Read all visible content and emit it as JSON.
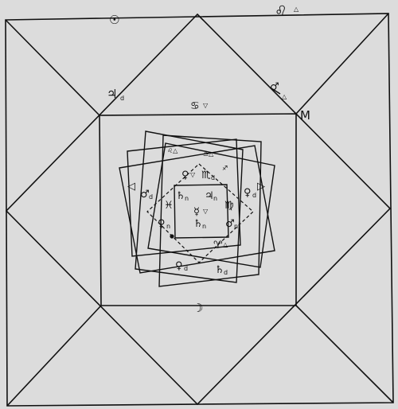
{
  "figure": {
    "outer_ring": {
      "top_sun": "☉",
      "top_right_leo": "♌",
      "top_right_leo_mark": "△",
      "left_jupiter": "♃",
      "left_jupiter_sub": "d",
      "right_mars": "♂",
      "right_mars_mark": "△",
      "right_corner_letter": "M",
      "top_cancer": "♋",
      "top_cancer_mark": "▽",
      "bottom_moon": "☽"
    },
    "inner_star": {
      "top_labels": [
        "♌△",
        "♎△"
      ],
      "upper_left_venus": "♀",
      "upper_left_venus_mark": "▽",
      "upper_scorpio": "♏",
      "upper_scorpio_sub": "d",
      "upper_right_sag": "♐",
      "left_triangle": "◁",
      "left_mars": "♂",
      "left_mars_sub": "d",
      "right_triangle": "▷",
      "right_venus": "♀",
      "right_venus_sub": "d",
      "center_saturn_left": "♄",
      "center_saturn_left_sub": "n",
      "center_jupiter": "♃",
      "center_jupiter_sub": "n",
      "center_mercury": "☿",
      "center_mercury_mark": "▽",
      "center_saturn": "♄",
      "center_saturn_sub": "n",
      "left_pisces": "♓",
      "right_virgo": "♍",
      "left_venus": "♀",
      "left_venus_sub": "n",
      "right_mars": "♂",
      "right_mars_sub": "n",
      "lower_aries": "♈",
      "lower_aries_mark": "△",
      "lower_venus": "♀",
      "lower_venus_sub": "d",
      "lower_saturn": "♄",
      "lower_saturn_sub": "d"
    }
  }
}
